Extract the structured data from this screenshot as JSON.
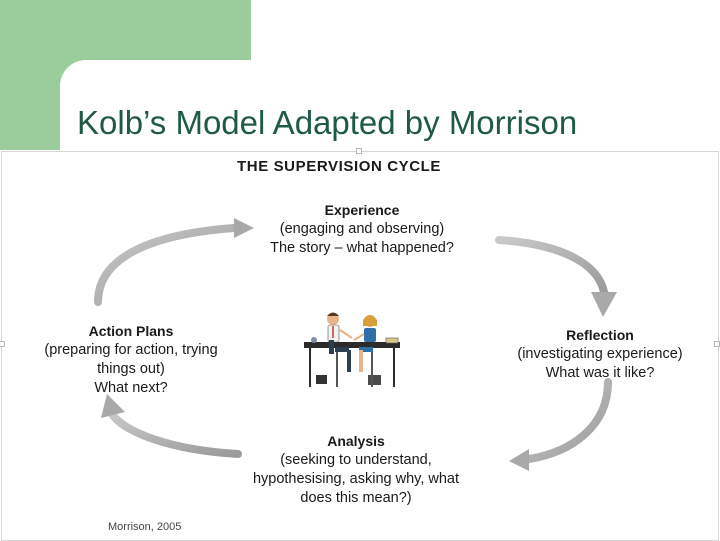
{
  "slide": {
    "title": "Kolb’s Model Adapted by Morrison"
  },
  "diagram": {
    "heading": "THE SUPERVISION CYCLE",
    "stages": [
      {
        "name": "experience",
        "title": "Experience",
        "lines": [
          "(engaging and observing)",
          "The story – what happened?"
        ]
      },
      {
        "name": "reflection",
        "title": "Reflection",
        "lines": [
          "(investigating experience)",
          "What was it like?"
        ]
      },
      {
        "name": "analysis",
        "title": "Analysis",
        "lines": [
          "(seeking to understand,",
          "hypothesising, asking why, what",
          "does this mean?)"
        ]
      },
      {
        "name": "action-plans",
        "title": "Action Plans",
        "lines": [
          "(preparing for action, trying",
          "things out)",
          "What next?"
        ]
      }
    ],
    "credit": "Morrison,  2005",
    "arrow_color": "#a9a9a9"
  }
}
